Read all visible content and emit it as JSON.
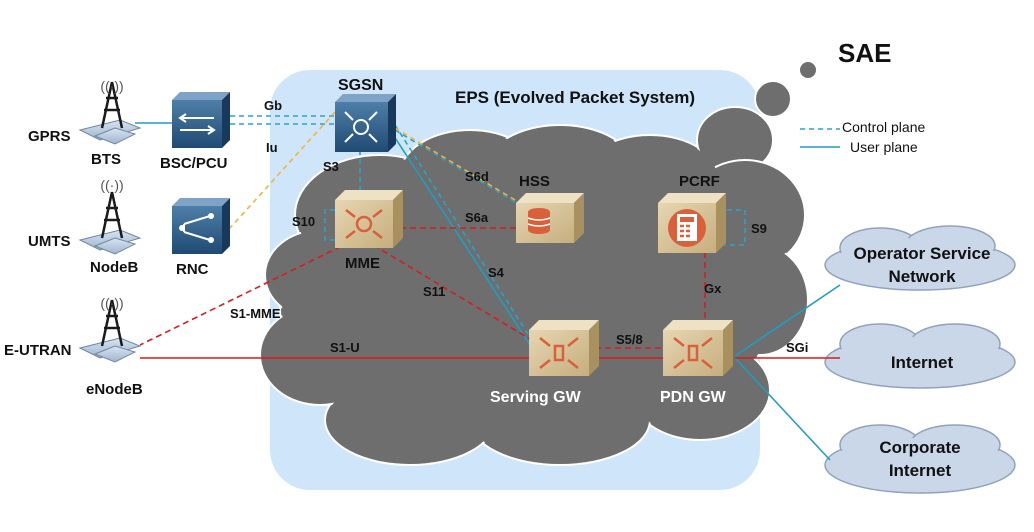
{
  "title": "SAE",
  "eps_label": "EPS (Evolved Packet System)",
  "legend": {
    "control": "Control plane",
    "user": "User plane"
  },
  "access": {
    "gprs": "GPRS",
    "umts": "UMTS",
    "eutran": "E-UTRAN",
    "bts": "BTS",
    "nodeb": "NodeB",
    "enodeb": "eNodeB",
    "bsc": "BSC/PCU",
    "rnc": "RNC"
  },
  "nodes": {
    "sgsn": "SGSN",
    "mme": "MME",
    "hss": "HSS",
    "pcrf": "PCRF",
    "sgw": "Serving GW",
    "pgw": "PDN GW"
  },
  "interfaces": {
    "gb": "Gb",
    "iu": "Iu",
    "s3": "S3",
    "s10": "S10",
    "s6d": "S6d",
    "s6a": "S6a",
    "s4": "S4",
    "s11": "S11",
    "s9": "S9",
    "gx": "Gx",
    "s1mme": "S1-MME",
    "s1u": "S1-U",
    "s58": "S5/8",
    "sgi": "SGi"
  },
  "networks": {
    "operator": [
      "Operator Service",
      "Network"
    ],
    "internet": "Internet",
    "corporate": [
      "Corporate",
      "Internet"
    ]
  },
  "colors": {
    "control": "#2aa3c7",
    "control_yellow": "#f0b43c",
    "signal_red": "#d81c1c",
    "user": "#1f9ec2",
    "eps_bg": "#cfe6fa",
    "core_cloud": "#6e6e6e",
    "network_cloud": "#c9d7e8",
    "node_box": "#d6c29a",
    "node_icon": "#d9603a"
  }
}
